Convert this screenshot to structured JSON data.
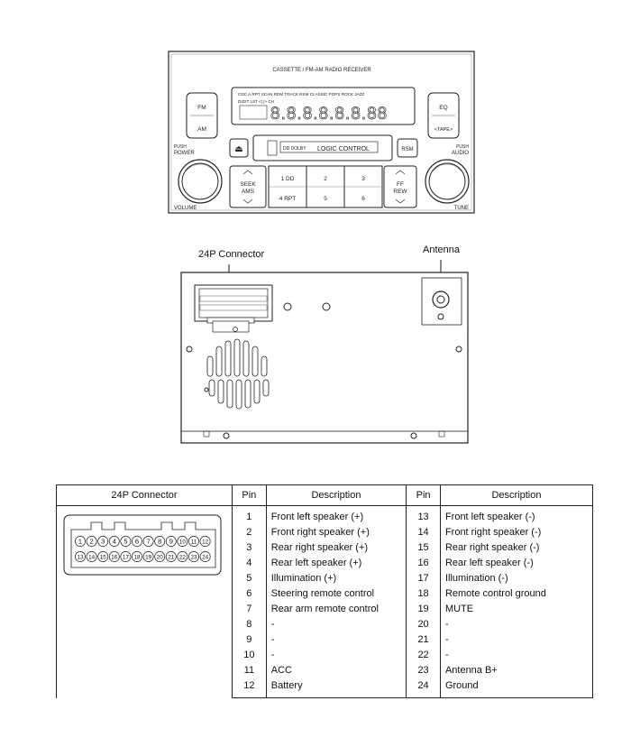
{
  "front_panel": {
    "title": "CASSETTE / FM-AM RADIO RECEIVER",
    "band_top": "FM",
    "band_bottom": "AM",
    "eq_top": "EQ",
    "eq_bottom": "<TAPE>",
    "display_line1": "CDC  A.RPT SCAN RDM   TRACK RSM CLASSIC POPS ROCK JAZZ",
    "display_line2": "DIGIT LST  <| |>  CH",
    "display_digits": "8.8.8.8.8.8.88",
    "logic_control": "LOGIC CONTROL",
    "dolby": "DD DOLBY",
    "eject": "⏏",
    "rsm": "RSM",
    "push_power_1": "PUSH",
    "push_power_2": "POWER",
    "push_audio_1": "PUSH",
    "push_audio_2": "AUDIO",
    "volume": "VOLUME",
    "tune": "TUNE",
    "seek_1": "SEEK",
    "seek_2": "AMS",
    "preset_buttons": [
      {
        "top": "1 DD",
        "bottom": "4 RPT"
      },
      {
        "top": "2",
        "bottom": "5"
      },
      {
        "top": "3",
        "bottom": "6"
      }
    ],
    "ff_1": "FF",
    "ff_2": "REW"
  },
  "rear_panel": {
    "connector_label": "24P Connector",
    "antenna_label": "Antenna"
  },
  "table": {
    "headers": [
      "24P Connector",
      "Pin",
      "Description",
      "Pin",
      "Description"
    ],
    "connector_top_pins": [
      "1",
      "2",
      "3",
      "4",
      "5",
      "6",
      "7",
      "8",
      "9",
      "10",
      "11",
      "12"
    ],
    "connector_bottom_pins": [
      "13",
      "14",
      "15",
      "16",
      "17",
      "18",
      "19",
      "20",
      "21",
      "22",
      "23",
      "24"
    ],
    "rows": [
      {
        "pin_a": "1",
        "desc_a": "Front left speaker (+)",
        "pin_b": "13",
        "desc_b": "Front left speaker (-)"
      },
      {
        "pin_a": "2",
        "desc_a": "Front right speaker (+)",
        "pin_b": "14",
        "desc_b": "Front right speaker (-)"
      },
      {
        "pin_a": "3",
        "desc_a": "Rear right speaker (+)",
        "pin_b": "15",
        "desc_b": "Rear right speaker (-)"
      },
      {
        "pin_a": "4",
        "desc_a": "Rear left speaker (+)",
        "pin_b": "16",
        "desc_b": "Rear left speaker (-)"
      },
      {
        "pin_a": "5",
        "desc_a": "Illumination (+)",
        "pin_b": "17",
        "desc_b": "Illumination (-)"
      },
      {
        "pin_a": "6",
        "desc_a": "Steering remote control",
        "pin_b": "18",
        "desc_b": "Remote control ground"
      },
      {
        "pin_a": "7",
        "desc_a": "Rear arm remote control",
        "pin_b": "19",
        "desc_b": "MUTE"
      },
      {
        "pin_a": "8",
        "desc_a": "-",
        "pin_b": "20",
        "desc_b": "-"
      },
      {
        "pin_a": "9",
        "desc_a": "-",
        "pin_b": "21",
        "desc_b": "-"
      },
      {
        "pin_a": "10",
        "desc_a": "-",
        "pin_b": "22",
        "desc_b": "-"
      },
      {
        "pin_a": "11",
        "desc_a": "ACC",
        "pin_b": "23",
        "desc_b": "Antenna B+"
      },
      {
        "pin_a": "12",
        "desc_a": "Battery",
        "pin_b": "24",
        "desc_b": "Ground"
      }
    ]
  }
}
